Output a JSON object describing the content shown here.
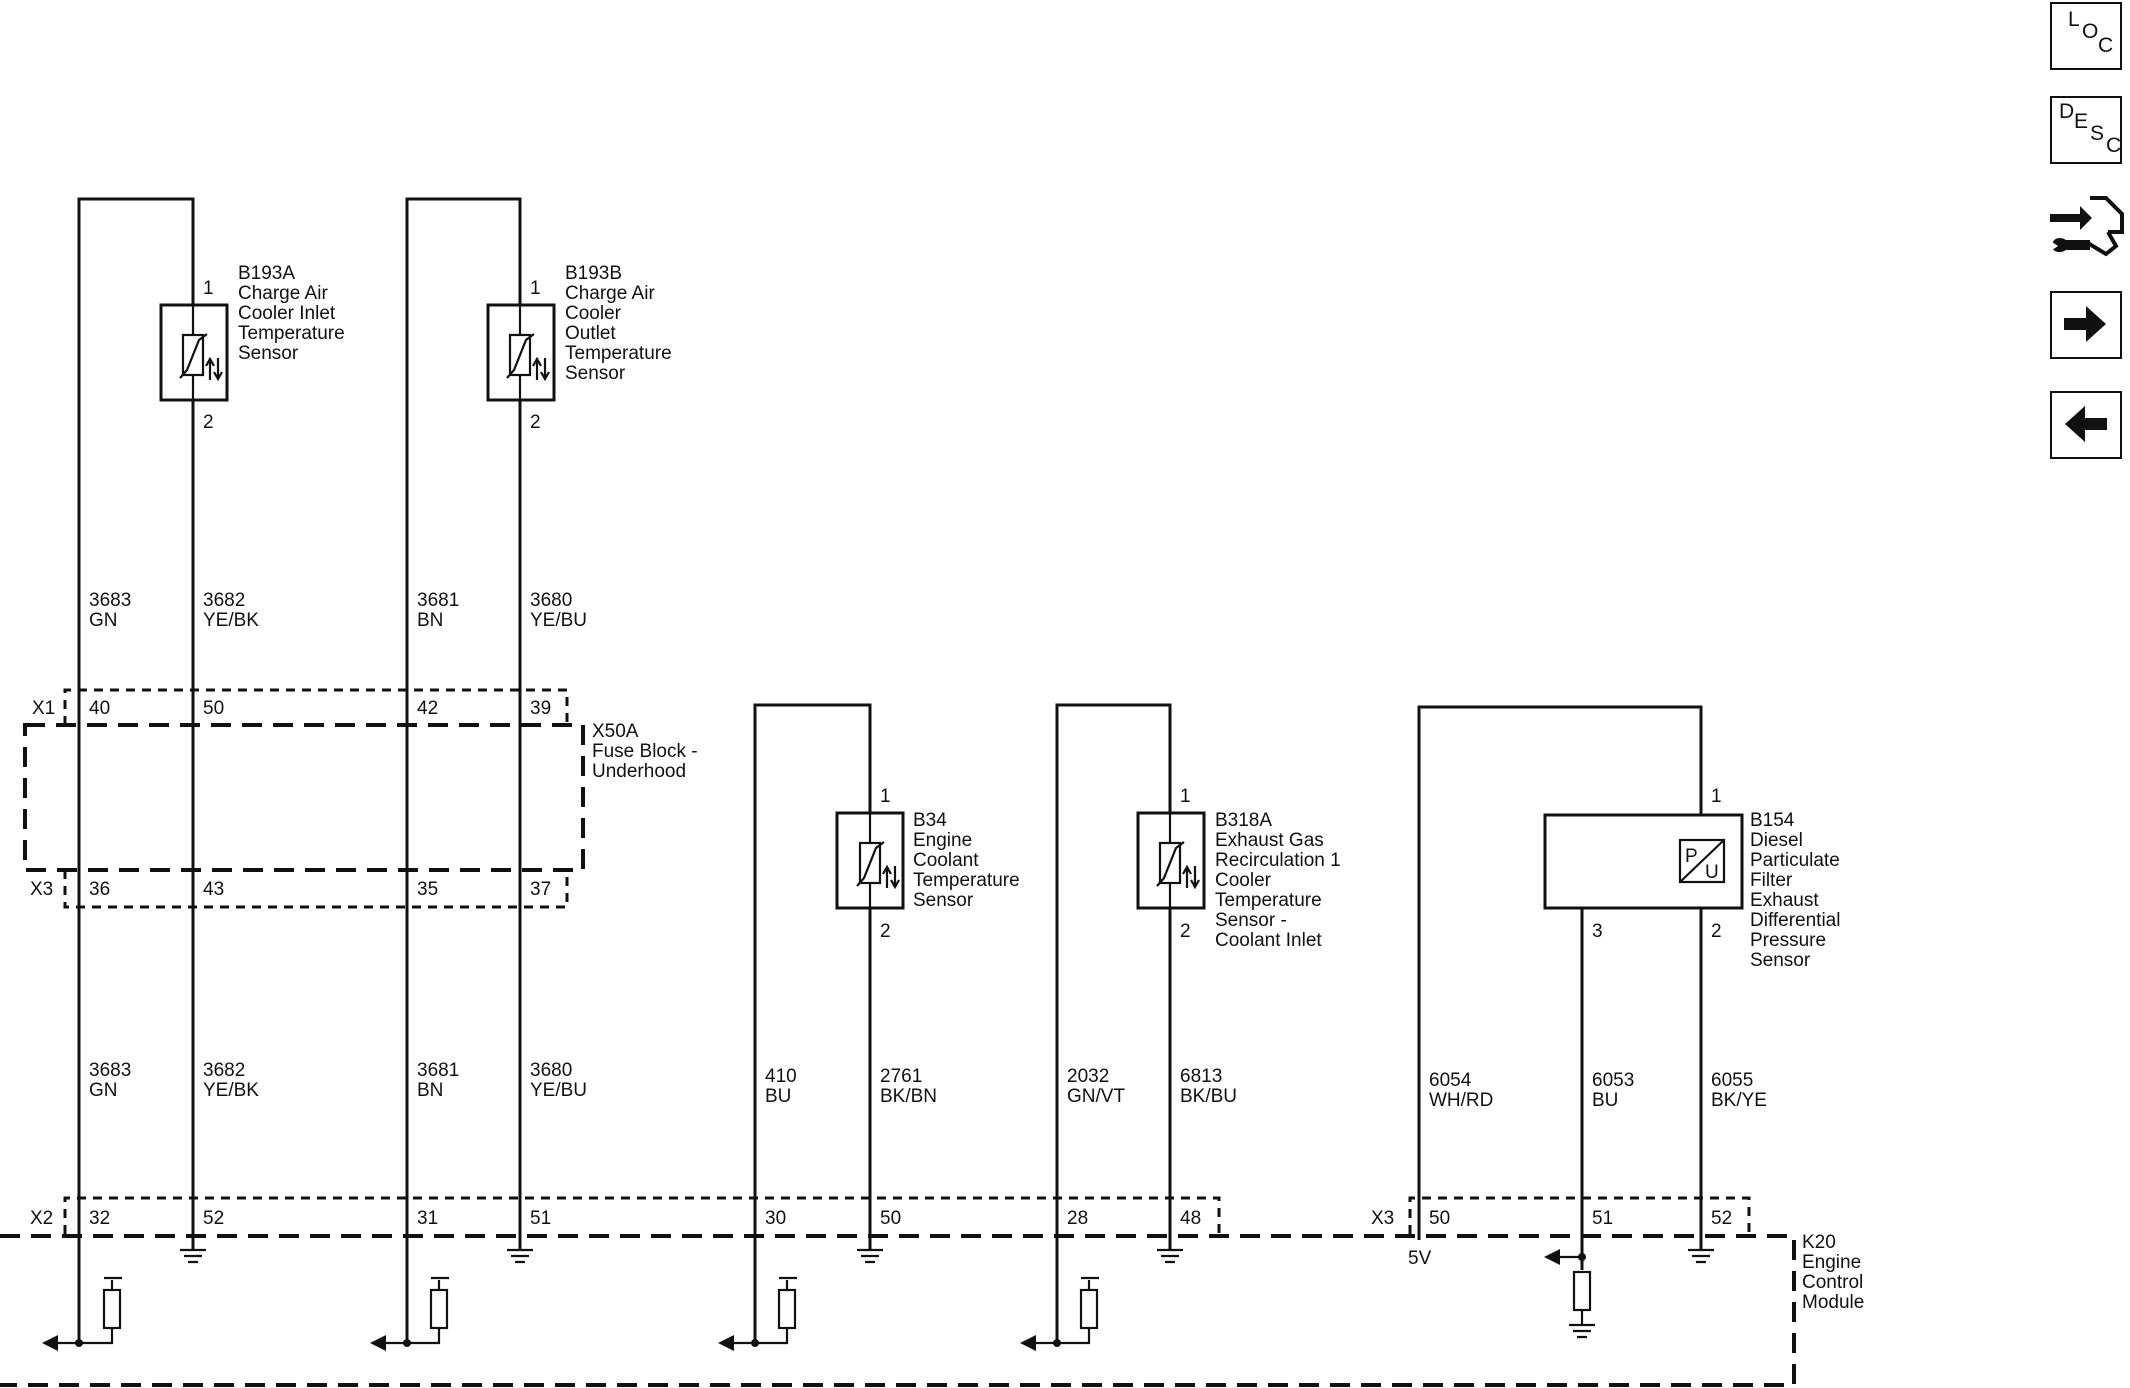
{
  "nav": {
    "loc": [
      "L",
      "O",
      "C"
    ],
    "desc": [
      "D",
      "E",
      "S",
      "C"
    ]
  },
  "labels": {
    "x1": "X1",
    "x3": "X3",
    "x2": "X2",
    "x3b": "X3",
    "fiveV": "5V"
  },
  "components": {
    "b193a": {
      "lines": [
        "B193A",
        "Charge Air",
        "Cooler Inlet",
        "Temperature",
        "Sensor"
      ],
      "pins": [
        "1",
        "2"
      ]
    },
    "b193b": {
      "lines": [
        "B193B",
        "Charge Air",
        "Cooler",
        "Outlet",
        "Temperature",
        "Sensor"
      ],
      "pins": [
        "1",
        "2"
      ]
    },
    "x50a": {
      "lines": [
        "X50A",
        "Fuse Block -",
        "Underhood"
      ]
    },
    "b34": {
      "lines": [
        "B34",
        "Engine",
        "Coolant",
        "Temperature",
        "Sensor"
      ],
      "pins": [
        "1",
        "2"
      ]
    },
    "b318a": {
      "lines": [
        "B318A",
        "Exhaust Gas",
        "Recirculation 1",
        "Cooler",
        "Temperature",
        "Sensor -",
        "Coolant Inlet"
      ],
      "pins": [
        "1",
        "2"
      ]
    },
    "b154": {
      "lines": [
        "B154",
        "Diesel",
        "Particulate",
        "Filter",
        "Exhaust",
        "Differential",
        "Pressure",
        "Sensor"
      ],
      "pins": [
        "1",
        "3",
        "2"
      ],
      "symbol": [
        "P",
        "U"
      ]
    },
    "k20": {
      "lines": [
        "K20",
        "Engine",
        "Control",
        "Module"
      ]
    }
  },
  "wires_upper": [
    {
      "circuit": "3683",
      "color": "GN"
    },
    {
      "circuit": "3682",
      "color": "YE/BK"
    },
    {
      "circuit": "3681",
      "color": "BN"
    },
    {
      "circuit": "3680",
      "color": "YE/BU"
    }
  ],
  "wires_lower": [
    {
      "circuit": "3683",
      "color": "GN"
    },
    {
      "circuit": "3682",
      "color": "YE/BK"
    },
    {
      "circuit": "3681",
      "color": "BN"
    },
    {
      "circuit": "3680",
      "color": "YE/BU"
    },
    {
      "circuit": "410",
      "color": "BU"
    },
    {
      "circuit": "2761",
      "color": "BK/BN"
    },
    {
      "circuit": "2032",
      "color": "GN/VT"
    },
    {
      "circuit": "6813",
      "color": "BK/BU"
    },
    {
      "circuit": "6054",
      "color": "WH/RD"
    },
    {
      "circuit": "6053",
      "color": "BU"
    },
    {
      "circuit": "6055",
      "color": "BK/YE"
    }
  ],
  "pins_x1": [
    "40",
    "50",
    "42",
    "39"
  ],
  "pins_x3": [
    "36",
    "43",
    "35",
    "37"
  ],
  "pins_x2": [
    "32",
    "52",
    "31",
    "51",
    "30",
    "50",
    "28",
    "48"
  ],
  "pins_x3b": [
    "50",
    "51",
    "52"
  ]
}
